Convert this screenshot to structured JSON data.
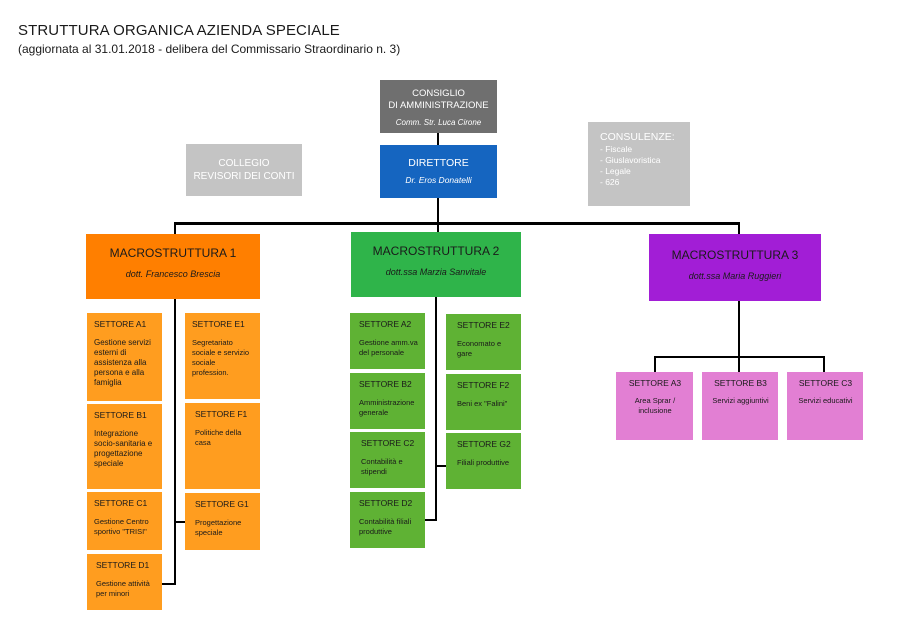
{
  "header": {
    "title": "STRUTTURA ORGANICA AZIENDA SPECIALE",
    "subtitle": "(aggiornata al 31.01.2018 - delibera del Commissario Straordinario n. 3)"
  },
  "consiglio": {
    "title_l1": "CONSIGLIO",
    "title_l2": "DI AMMINISTRAZIONE",
    "person": "Comm. Str. Luca Cirone"
  },
  "direttore": {
    "title": "DIRETTORE",
    "person": "Dr. Eros Donatelli"
  },
  "collegio": {
    "title_l1": "COLLEGIO",
    "title_l2": "REVISORI DEI CONTI"
  },
  "consulenze": {
    "title": "CONSULENZE:",
    "items": [
      "- Fiscale",
      "- Giuslavoristica",
      "- Legale",
      "- 626"
    ]
  },
  "macro": [
    {
      "title": "MACROSTRUTTURA 1",
      "person": "dott. Francesco Brescia"
    },
    {
      "title": "MACROSTRUTTURA 2",
      "person": "dott.ssa Marzia Sanvitale"
    },
    {
      "title": "MACROSTRUTTURA 3",
      "person": "dott.ssa Maria Ruggieri"
    }
  ],
  "macro1_sectors": [
    {
      "code": "SETTORE A1",
      "desc": "Gestione servizi esterni di assistenza alla persona e alla famiglia"
    },
    {
      "code": "SETTORE E1",
      "desc": "Segretariato sociale e servizio sociale profession."
    },
    {
      "code": "SETTORE B1",
      "desc": "Integrazione socio-sanitaria e progettazione speciale"
    },
    {
      "code": "SETTORE F1",
      "desc": "Politiche della casa"
    },
    {
      "code": "SETTORE C1",
      "desc": "Gestione Centro sportivo \"TRISI\""
    },
    {
      "code": "SETTORE G1",
      "desc": "Progettazione speciale"
    },
    {
      "code": "SETTORE D1",
      "desc": "Gestione attività per minori"
    }
  ],
  "macro2_sectors": [
    {
      "code": "SETTORE A2",
      "desc": "Gestione amm.va del personale"
    },
    {
      "code": "SETTORE E2",
      "desc": "Economato e gare"
    },
    {
      "code": "SETTORE B2",
      "desc": "Amministrazione generale"
    },
    {
      "code": "SETTORE F2",
      "desc": "Beni ex \"Falini\""
    },
    {
      "code": "SETTORE C2",
      "desc": "Contabilità e stipendi"
    },
    {
      "code": "SETTORE G2",
      "desc": "Filiali produttive"
    },
    {
      "code": "SETTORE D2",
      "desc": "Contabilità filiali produttive"
    }
  ],
  "macro3_sectors": [
    {
      "code": "SETTORE A3",
      "desc": "Area Sprar / inclusione"
    },
    {
      "code": "SETTORE B3",
      "desc": "Servizi aggiuntivi"
    },
    {
      "code": "SETTORE C3",
      "desc": "Servizi educativi"
    }
  ],
  "colors": {
    "consiglio": "#6f6f6f",
    "direttore": "#1565c0",
    "grey_boxes": "#c4c4c4",
    "macro1": "#ff7f00",
    "macro1_sectors": "#ff9d1f",
    "macro2": "#2fb44a",
    "macro2_sectors": "#5fb234",
    "macro3": "#a21ed6",
    "macro3_sectors": "#e27fd3"
  }
}
